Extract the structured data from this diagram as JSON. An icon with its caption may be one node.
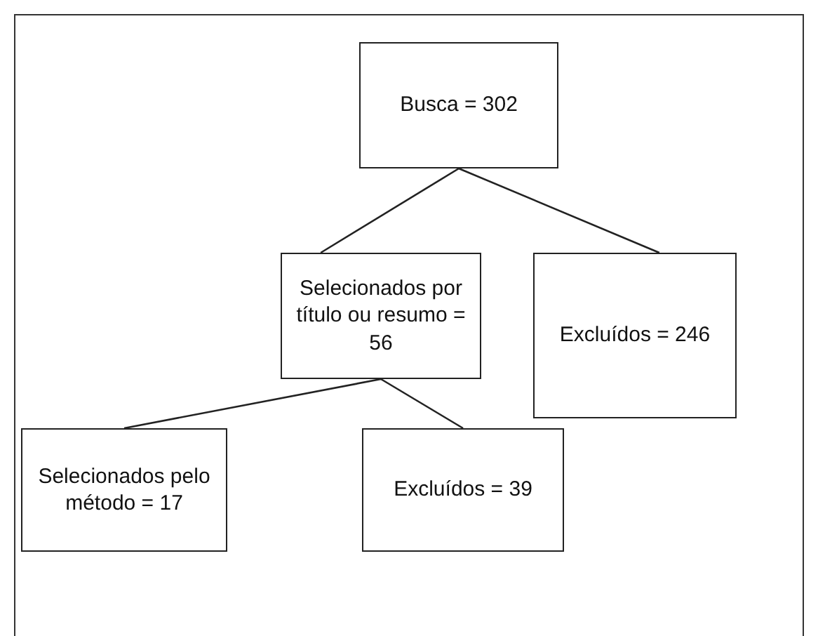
{
  "diagram": {
    "nodes": [
      {
        "text": [
          "Busca = 302"
        ]
      },
      {
        "text": [
          "Selecionados por título ou resumo = 56"
        ]
      },
      {
        "text": [
          "Excluídos = 246"
        ]
      },
      {
        "text": [
          "Selecionados pelo método = 17"
        ]
      },
      {
        "text": [
          "Excluídos = 39"
        ]
      }
    ],
    "edges": [
      {
        "from": 0,
        "to": 1,
        "arrow": "none"
      },
      {
        "from": 0,
        "to": 2,
        "arrow": "none"
      },
      {
        "from": 1,
        "to": 3,
        "arrow": "none"
      },
      {
        "from": 1,
        "to": 4,
        "arrow": "none"
      }
    ]
  }
}
